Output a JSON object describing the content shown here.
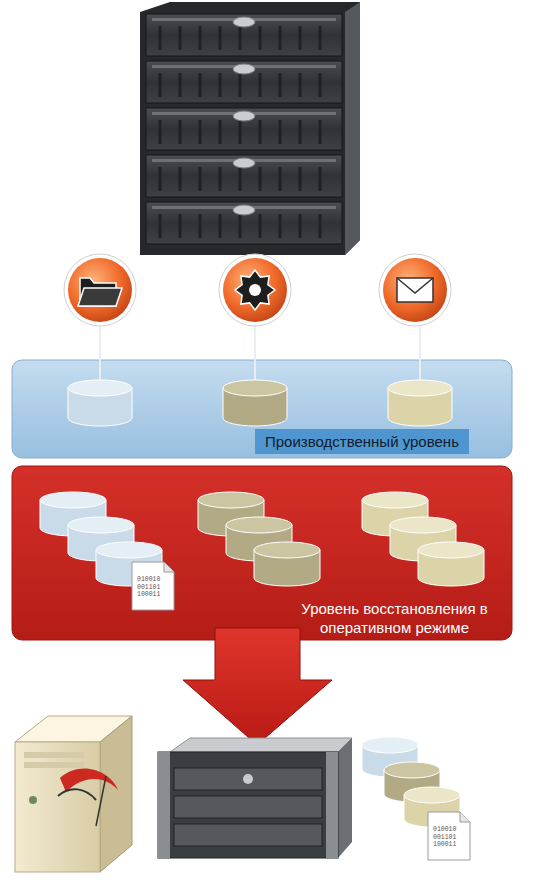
{
  "diagram": {
    "nodes": [
      {
        "text": [
          "Производственный уровень"
        ]
      },
      {
        "text": [
          "Уровень восстановления в оперативном режиме"
        ]
      }
    ],
    "labels": [
      "010010 001101 100011",
      "010010 001101 100011"
    ]
  }
}
